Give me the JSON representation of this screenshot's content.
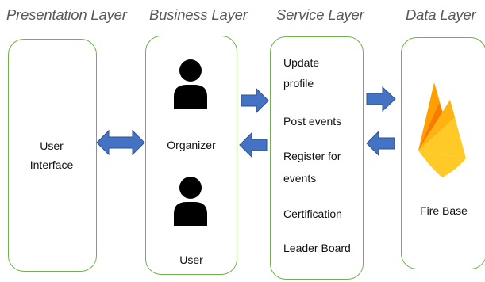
{
  "layers": {
    "presentation": {
      "title": "Presentation Layer",
      "node": {
        "line1": "User",
        "line2": "Interface"
      }
    },
    "business": {
      "title": "Business Layer",
      "organizer_label": "Organizer",
      "user_label": "User",
      "icons": [
        "person-icon",
        "person-icon"
      ]
    },
    "service": {
      "title": "Service Layer",
      "items": [
        "Update",
        "profile",
        "Post events",
        "Register for",
        "events",
        "Certification",
        "Leader Board"
      ]
    },
    "data": {
      "title": "Data Layer",
      "node_label": "Fire Base",
      "icon": "firebase-icon"
    }
  },
  "colors": {
    "box_border": "#6fb24a",
    "arrow_fill": "#4472c4",
    "arrow_stroke": "#2f528f",
    "title_text": "#55585d"
  }
}
